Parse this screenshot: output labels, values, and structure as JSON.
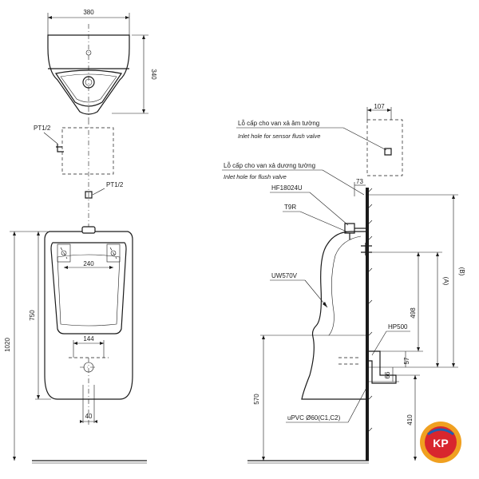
{
  "top_view": {
    "width_dim": "380",
    "depth_dim": "340"
  },
  "front_view": {
    "pt_top": "PT1/2",
    "pt_mid": "PT1/2",
    "dim_240": "240",
    "dim_750": "750",
    "dim_1020": "1020",
    "dim_144": "144",
    "dim_40": "40"
  },
  "side_view": {
    "dim_107": "107",
    "dim_73": "73",
    "inlet_sensor_vi": "Lỗ cấp cho van xả âm tường",
    "inlet_sensor_en": "Inlet hole for sensor flush valve",
    "inlet_flush_vi": "Lỗ cấp cho van xả dương tường",
    "inlet_flush_en": "Inlet hole for flush valve",
    "part_valve": "HF18024U",
    "part_t9r": "T9R",
    "part_bowl": "UW570V",
    "part_hp500": "HP500",
    "part_pipe": "uPVC Ø60(C1,C2)",
    "dim_b": "(B)",
    "dim_a": "(A)",
    "dim_498": "498",
    "dim_57": "57",
    "dim_66": "66",
    "dim_570": "570",
    "dim_410": "410"
  },
  "logo": {
    "text": "KP",
    "colors": {
      "outer": "#f0a020",
      "inner": "#d8262e",
      "accent": "#1e5fb0"
    }
  }
}
